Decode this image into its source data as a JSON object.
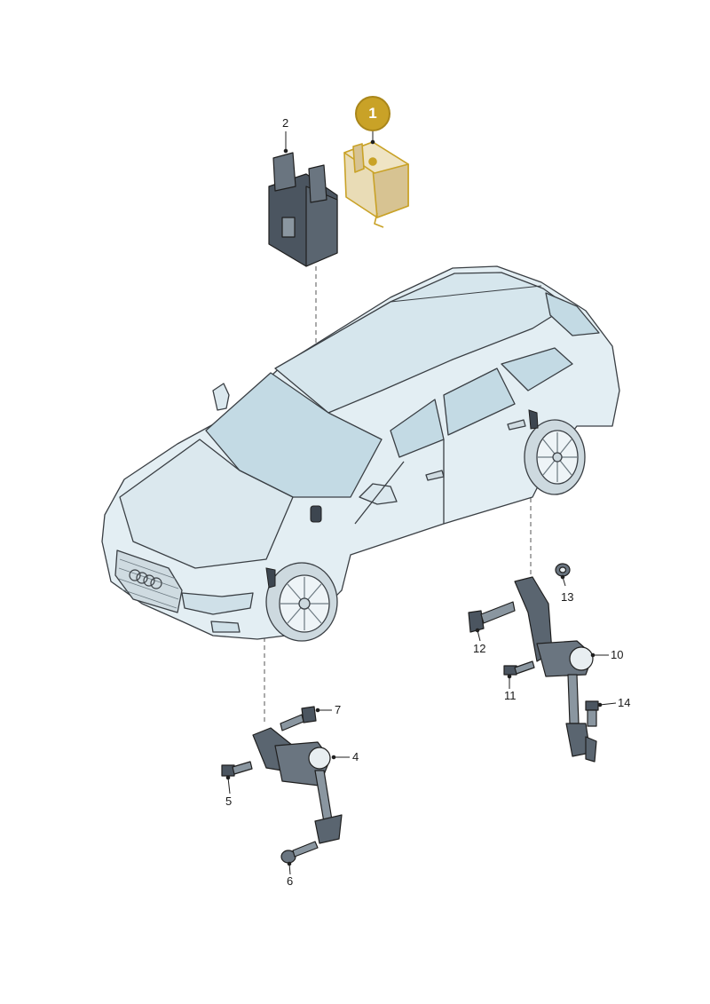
{
  "callouts": {
    "c1": "1",
    "c2": "2",
    "c4": "4",
    "c5": "5",
    "c6": "6",
    "c7": "7",
    "c10": "10",
    "c11": "11",
    "c12": "12",
    "c13": "13",
    "c14": "14"
  },
  "colors": {
    "highlight_fill": "#dccba0",
    "highlight_outline": "#c9a227",
    "car_body": "#e3eef3",
    "car_glass": "#c3dae4",
    "part_dark": "#3d4650",
    "line": "#1f1f1f"
  }
}
